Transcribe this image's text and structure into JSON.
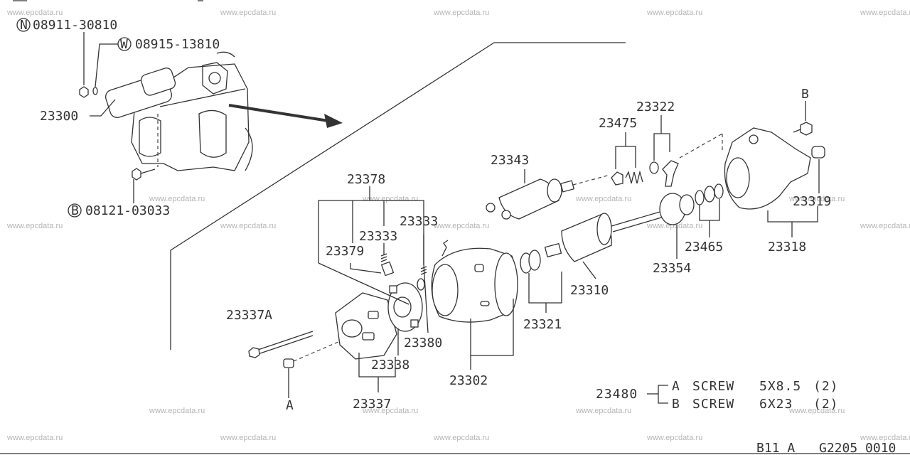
{
  "watermark": "www.epcdata.ru",
  "callouts": {
    "n_code": "N",
    "n_part": "08911-30810",
    "w_code": "W",
    "w_part": "08915-13810",
    "b_code": "B",
    "b_part": "08121-03033",
    "p23300": "23300",
    "p23378": "23378",
    "p23333a": "23333",
    "p23333b": "23333",
    "p23379": "23379",
    "p23337a": "23337A",
    "p23338": "23338",
    "p23337": "23337",
    "p23380": "23380",
    "p23302": "23302",
    "p23321": "23321",
    "p23310": "23310",
    "p23343": "23343",
    "p23475": "23475",
    "p23322": "23322",
    "p23354": "23354",
    "p23465": "23465",
    "p23318": "23318",
    "p23319": "23319",
    "ref_a": "A",
    "ref_b": "B"
  },
  "legend": {
    "part": "23480",
    "rows": [
      {
        "key": "A",
        "desc": "SCREW",
        "size": "5X8.5",
        "qty": "(2)"
      },
      {
        "key": "B",
        "desc": "SCREW",
        "size": "6X23",
        "qty": "(2)"
      }
    ]
  },
  "footer": {
    "model": "B11 A",
    "code": "G2205 0010"
  }
}
